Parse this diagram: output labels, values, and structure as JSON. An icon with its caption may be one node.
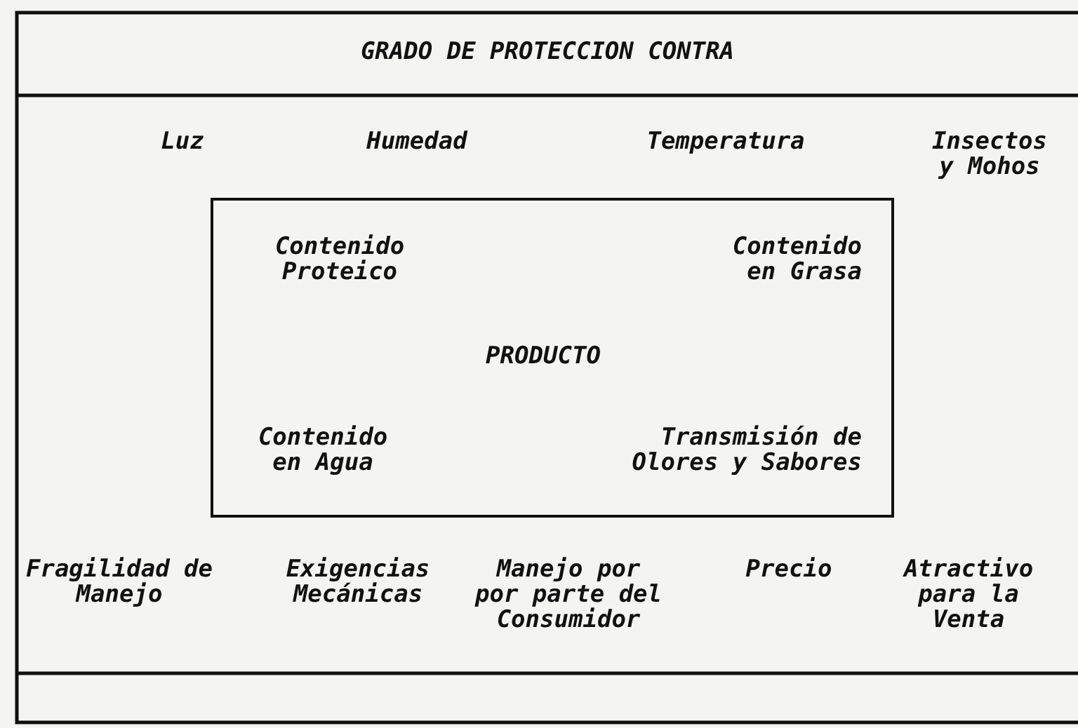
{
  "diagram": {
    "title": "GRADO DE PROTECCION CONTRA",
    "nodes": [
      {
        "text": [
          "Contenido Proteico",
          "Contenido en Grasa",
          "PRODUCTO",
          "Contenido en Agua",
          "Transmisión de Olores y Sabores"
        ]
      }
    ],
    "labels": [
      "Luz",
      "Humedad",
      "Temperatura",
      "Insectos y Mohos",
      "Fragilidad de Manejo",
      "Exigencias Mecánicas",
      "Manejo por por parte del Consumidor",
      "Precio",
      "Atractivo para la Venta"
    ]
  }
}
